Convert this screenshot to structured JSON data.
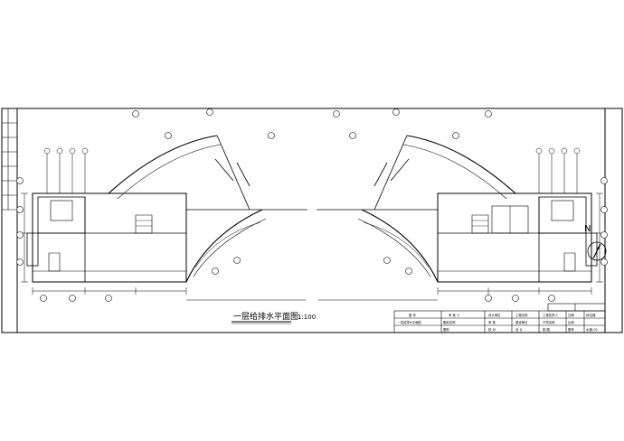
{
  "drawing": {
    "title": "一层给排水平面图",
    "scale": "1:100",
    "north_label": "N"
  },
  "title_block": {
    "cells": [
      "图 号",
      "审 批 人",
      "设计单位",
      "审 核",
      "工程名称",
      "校 对",
      "建设单位",
      "设 计",
      "工程负责人",
      "子项名称",
      "制 图",
      "图纸名称",
      "日期",
      "比例",
      "图别",
      "图号"
    ],
    "project_value": "综合楼",
    "drawing_name_value": "一层给排水平面图",
    "sheet_no": "水施-01"
  }
}
